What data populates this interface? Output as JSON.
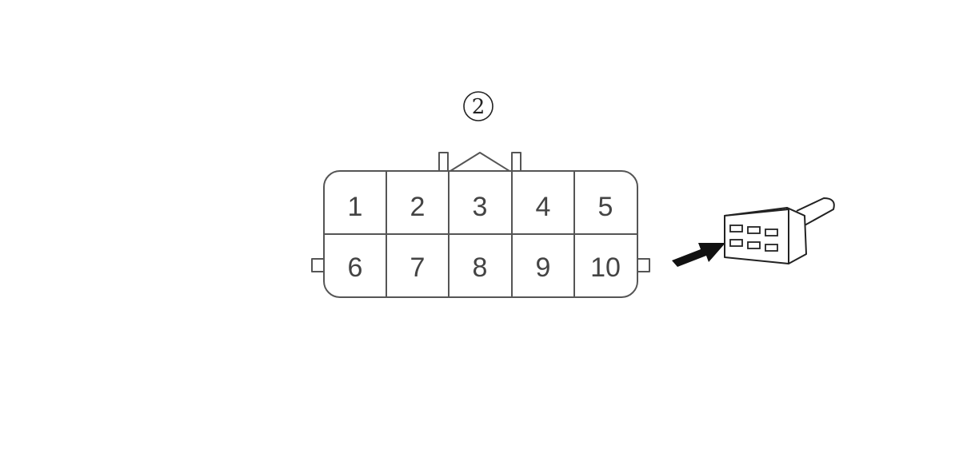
{
  "connector": {
    "marker": "2",
    "pins_top": [
      "1",
      "2",
      "3",
      "4",
      "5"
    ],
    "pins_bottom": [
      "6",
      "7",
      "8",
      "9",
      "10"
    ]
  },
  "icons": {
    "arrow": "arrow-icon",
    "connector_plug": "connector-plug-icon"
  }
}
